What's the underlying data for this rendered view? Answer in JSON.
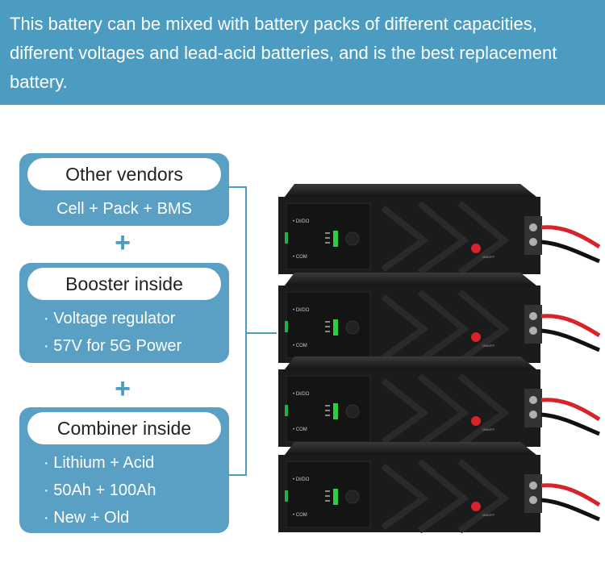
{
  "banner": {
    "text": "This battery can be mixed with battery packs of different capacities, different voltages and lead-acid batteries, and is the best replacement battery."
  },
  "cards": [
    {
      "title": "Other vendors",
      "lines": [
        "Cell + Pack + BMS"
      ]
    },
    {
      "title": "Booster inside",
      "lines": [
        "· Voltage regulator",
        "· 57V for 5G Power"
      ]
    },
    {
      "title": "Combiner inside",
      "lines": [
        "· Lithium + Acid",
        "· 50Ah + 100Ah",
        "· New + Old"
      ]
    }
  ],
  "plus_sign": "+",
  "battery_labels": {
    "port_top": "DI/DO",
    "port_bottom": "COM",
    "switch": "ON/OFF"
  },
  "colors": {
    "accent": "#4b9cc0",
    "card": "#5a9fc4",
    "battery": "#1b1b1b",
    "terminal_red": "#d8232a"
  }
}
